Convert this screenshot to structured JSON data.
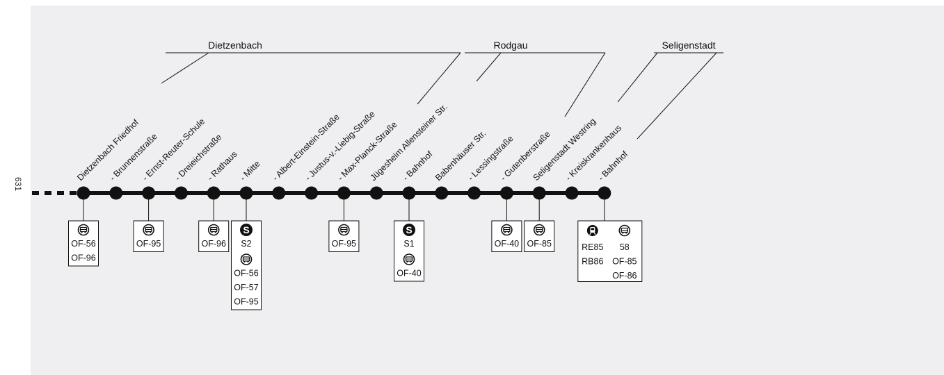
{
  "side_number": "631",
  "regions": [
    {
      "name": "Dietzenbach"
    },
    {
      "name": "Rodgau"
    },
    {
      "name": "Seligenstadt"
    }
  ],
  "stops": [
    {
      "label": "Dietzenbach Friedhof"
    },
    {
      "label": "- Brunnenstraße"
    },
    {
      "label": "- Ernst-Reuter-Schule"
    },
    {
      "label": "- Dreieichstraße"
    },
    {
      "label": "- Rathaus"
    },
    {
      "label": "- Mitte"
    },
    {
      "label": "- Albert-Einstein-Straße"
    },
    {
      "label": "- Justus-v.-Liebig-Straße"
    },
    {
      "label": "- Max-Planck-Straße"
    },
    {
      "label": "Jügesheim Allensteiner Str."
    },
    {
      "label": "- Bahnhof"
    },
    {
      "label": "Babenhäuser Str."
    },
    {
      "label": "- Lessingstraße"
    },
    {
      "label": "- Gutenberstraße"
    },
    {
      "label": "Seligenstadt Westring"
    },
    {
      "label": "- Kreiskrankenhaus"
    },
    {
      "label": "- Bahnhof"
    }
  ],
  "connections": [
    {
      "stop": 0,
      "groups": [
        {
          "icon": "bus-icon",
          "lines": [
            "OF-56",
            "OF-96"
          ]
        }
      ]
    },
    {
      "stop": 2,
      "groups": [
        {
          "icon": "bus-icon",
          "lines": [
            "OF-95"
          ]
        }
      ]
    },
    {
      "stop": 4,
      "groups": [
        {
          "icon": "bus-icon",
          "lines": [
            "OF-96"
          ]
        }
      ]
    },
    {
      "stop": 5,
      "groups": [
        {
          "icon": "s-bahn-icon",
          "lines": [
            "S2"
          ]
        },
        {
          "icon": "bus-icon",
          "lines": [
            "OF-56",
            "OF-57",
            "OF-95"
          ]
        }
      ]
    },
    {
      "stop": 8,
      "groups": [
        {
          "icon": "bus-icon",
          "lines": [
            "OF-95"
          ]
        }
      ]
    },
    {
      "stop": 10,
      "groups": [
        {
          "icon": "s-bahn-icon",
          "lines": [
            "S1"
          ]
        },
        {
          "icon": "bus-icon",
          "lines": [
            "OF-40"
          ]
        }
      ]
    },
    {
      "stop": 13,
      "groups": [
        {
          "icon": "bus-icon",
          "lines": [
            "OF-40"
          ]
        }
      ]
    },
    {
      "stop": 14,
      "groups": [
        {
          "icon": "bus-icon",
          "lines": [
            "OF-85"
          ]
        }
      ]
    },
    {
      "stop": 16,
      "columns": [
        {
          "icon": "train-icon",
          "lines": [
            "RE85",
            "RB86"
          ]
        },
        {
          "icon": "bus-icon",
          "lines": [
            "58",
            "OF-85",
            "OF-86"
          ]
        }
      ]
    }
  ]
}
